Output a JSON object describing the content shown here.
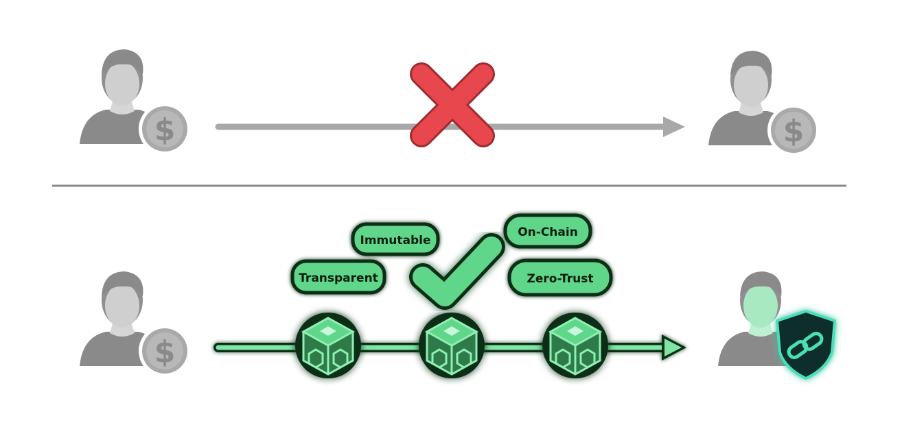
{
  "labels": {
    "immutable": "Immutable",
    "transparent": "Transparent",
    "on_chain": "On-Chain",
    "zero_trust": "Zero-Trust"
  },
  "currency_symbol": "$",
  "colors": {
    "background": "#ffffff",
    "gray_figure": "#8a8a8a",
    "gray_light": "#c8c8c8",
    "gray_line": "#a8a8a8",
    "divider": "#8a8a8a",
    "cross": "#e8474e",
    "green": "#5fd68a",
    "green_dark": "#0f2e16",
    "green_pale": "#a8e9c2",
    "teal": "#0e2f2a",
    "teal_glow": "#48e0b8"
  },
  "icons": {
    "sender_top": "user-with-coin-icon",
    "receiver_top": "user-with-coin-icon",
    "blocked": "x-mark-icon",
    "sender_bottom": "user-with-coin-icon",
    "receiver_bottom": "user-with-shield-link-icon",
    "approved": "checkmark-icon",
    "blocks": "blockchain-block-icon"
  }
}
